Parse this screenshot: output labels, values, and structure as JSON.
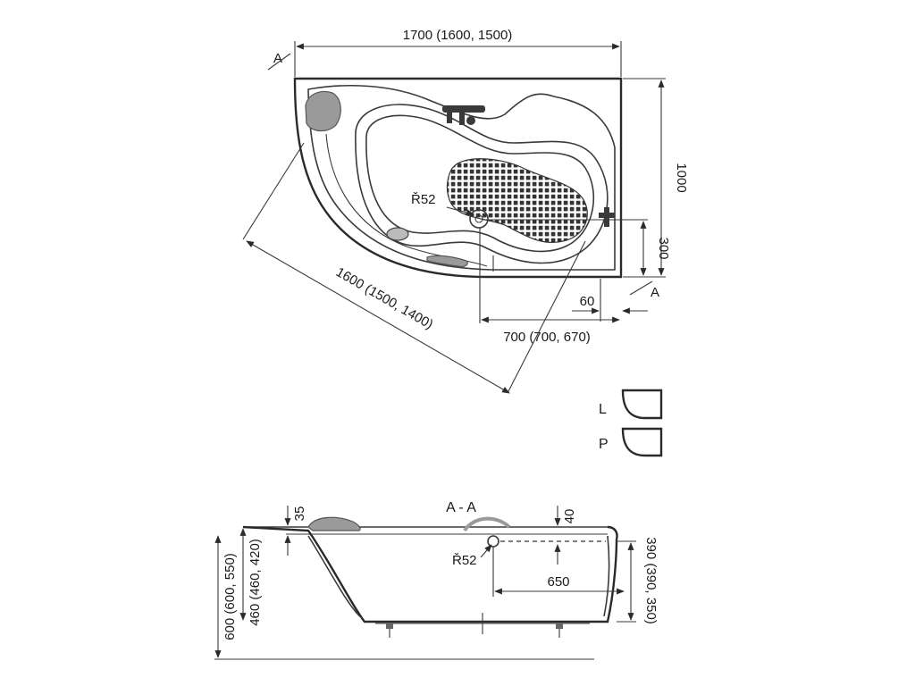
{
  "top_view": {
    "width": "1700 (1600, 1500)",
    "height": "1000",
    "diagonal": "1600 (1500, 1400)",
    "bottom": "700 (700, 670)",
    "offset_300": "300",
    "offset_60": "60",
    "radius": "Ř52",
    "section_marker": "A"
  },
  "variants": {
    "left": "L",
    "right": "P"
  },
  "section_view": {
    "title": "A - A",
    "rim": "35",
    "rim_right": "40",
    "radius": "Ř52",
    "length": "650",
    "overall_height": "600 (600, 550)",
    "inner_height": "460 (460, 420)",
    "drain_height": "390 (390, 350)"
  }
}
